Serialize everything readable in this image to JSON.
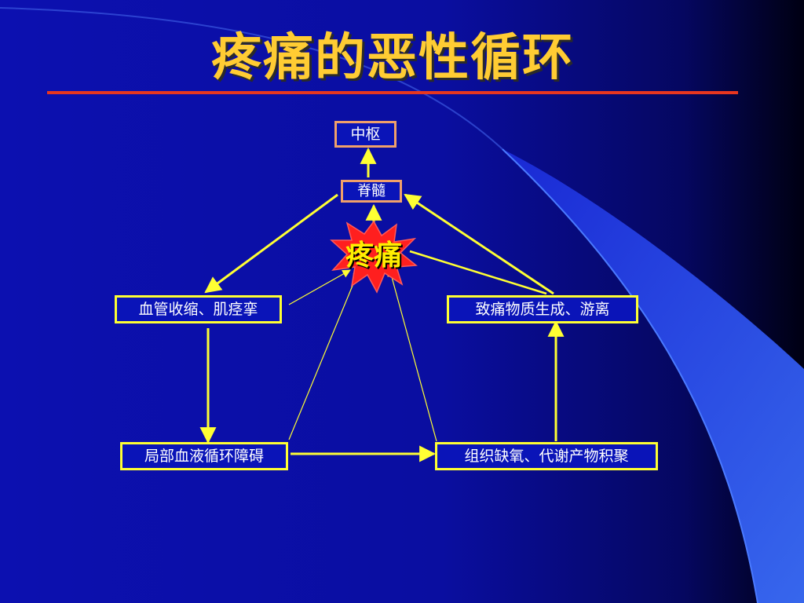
{
  "slide": {
    "title": "疼痛的恶性循环",
    "colors": {
      "background": "#0b0fa8",
      "title": "#ffcc33",
      "rule": "#e8361f",
      "connector": "#ffff33",
      "burst": "#ff1f1f"
    }
  },
  "diagram": {
    "nodes": {
      "center": "中枢",
      "spinal": "脊髓",
      "pain": "疼痛",
      "vasospasm": "血管收缩、肌痉挛",
      "substances": "致痛物质生成、游离",
      "circulation": "局部血液循环障碍",
      "hypoxia": "组织缺氧、代谢产物积聚"
    }
  }
}
